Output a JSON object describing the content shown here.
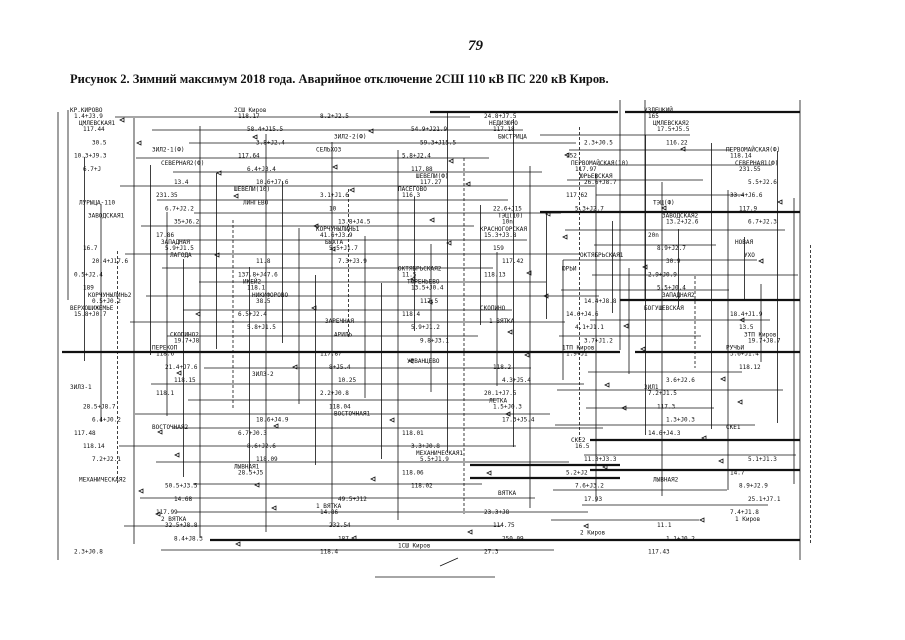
{
  "page": {
    "number": "79",
    "caption": "Рисунок 2. Зимний максимум 2018 года. Аварийное отключение 2СШ 110 кВ ПС 220 кВ Киров."
  },
  "scheme": {
    "nodes": [
      "КР.КИРОВО",
      "УЗЛЕЦКИЙ",
      "НЕДИЗЮРО",
      "ЗИЛ2-2(Ф)",
      "ЗИЛ2-1(Ф)",
      "ПЕРВОМАЙСКАЯ(Ф)",
      "ПЕРВОМАЙСКАЯ(10)",
      "ШЕВЕЛИ(Ф)",
      "ШЕВЕЛИ(10)",
      "ЛУРЫЦА-110",
      "ТЭЦ(Ф)",
      "ТЭЦ(10)",
      "КОРЧУНЫЛИНЬ1",
      "ЗАПАДНАЯ",
      "НОВАЯ",
      "ОКТЯБРЬСКАЯ1",
      "ОКТЯБРЬСКАЯ2",
      "ИКЕЙ2",
      "КОРЧУНЫЛИНЬ2",
      "ЗАПАДНАЯ2",
      "СКОПИНО",
      "ЗАРЕЧНАЯ",
      "СКОПИНО2",
      "ЗТП Киров",
      "1ТП Киров",
      "УРВАНЦЕВО",
      "ЗИЛ3-2",
      "ЗИЛ3-1",
      "ЗИЛ1",
      "ЛЕТКА",
      "ВОСТОЧНАЯ1",
      "ВОСТОЧНАЯ2",
      "СКЕ1",
      "СКЕ2",
      "МЕХАНИЧЕСКАЯ1",
      "ЛЫВНАЯ1",
      "МЕХАНИЧЕСКАЯ2",
      "ЛЫВНАЯ2",
      "ВЯТКА",
      "1 ВЯТКА",
      "2 ВЯТКА",
      "1 Киров",
      "2 Киров",
      "1СШ Киров",
      "2СШ Киров",
      "ЦМЛЕВСКАЯ1",
      "ЦМЛЕВСКАЯ2",
      "БЫСТРИЦА",
      "СЕЛЬХОЗ",
      "СЕВЕРНАЯ2(Ф)",
      "СЕВЕРНАЯ1(Ф)",
      "ЮРЬЕВСКАЯ",
      "ПАСЕГОВО",
      "ЛИНГЕВО",
      "ЗАВОДСКАЯ1",
      "ЗАВОДСКАЯ2",
      "КРАСНОГОРСКАЯ",
      "БЫХТА",
      "ЛАГОДА",
      "УХО",
      "ЮРЬИ",
      "ТЮРЕНЬЕВО",
      "НИКИФОРОВО",
      "ВЕРХОШИЖЕМЬЕ",
      "БОГУШЕВСКАЯ",
      "1 ВЯТКА",
      "АРИЛЬ",
      "ПЕРЕКОП",
      "РУЧЬИ"
    ],
    "readings": [
      "8.2+J2.5",
      "117.18",
      "116.22",
      "6.7+J",
      "10.6+J7.6",
      "116.3",
      "5.3+J2.7",
      "6.7+J2.3",
      "5.9+J1.5",
      "7.3+J3.9",
      "118.13",
      "5.5+J0.4",
      "15.8+J0.7",
      "5.8+J1.5",
      "9.8+J3.1",
      "1.9+J1",
      "118.12",
      "118.1",
      "118.04",
      "17.3+J5.4",
      "14.6+J4.3",
      "7.2+J2.1",
      "28.5+J5",
      "118.02",
      "17.93",
      "7.4+J1.8",
      "8.4+J8.3",
      "118.4",
      "24.8+J7.5",
      "17.5+J5.5",
      "10.3+J9.3",
      "6.4+J3.4",
      "117.27",
      "117.62",
      "117.9",
      "17.86",
      "5.5+J1.7",
      "117.42",
      "2.9+J0.9",
      "0.5+J0.2",
      "6.5+J2.4",
      "5.9+J1.2",
      "3.7+J1.2",
      "3.6+J1.4",
      "118.15",
      "2.2+J0.8",
      "1.5+J0.3",
      "1.3+J0.3",
      "118.14",
      "118.09",
      "118.06",
      "7.6+J3.2",
      "25.1+J7.1",
      "32.5+J8.8",
      "187",
      "27.3",
      "165",
      "30.5",
      "117.64",
      "117.88",
      "26.6+J8.7",
      "33.4+J6.6",
      "35+J6.2",
      "41.6+J3.9",
      "159",
      "30.9",
      "189",
      "38.5",
      "118.4",
      "4.1+J1.1",
      "19.7+J8.7",
      "21.4+J7.6",
      "10.25",
      "20.1+J7.5",
      "117.3",
      "117.48",
      "8.6+J2.6",
      "5.5+J1.9",
      "5.2+J2",
      "8.9+J2.9",
      "117.99",
      "232.54",
      "250.09",
      "117.43",
      "117.44",
      "3.8+J2.4",
      "5.8+J2.4",
      "117.97",
      "5.5+J2.6",
      "6.7+J2.2",
      "13.8+J4.5",
      "15.3+J3.8",
      "8.9+J2.7",
      "0.5+J2.4",
      "118.1",
      "117.5",
      "14.6+J4.6",
      "13.5",
      "118.6",
      "8+J5.4",
      "4.3+J5.4",
      "7.2+J1.5",
      "6.4+J0.2",
      "6.7+J0.3",
      "3.3+J0.8",
      "11.3+J3.3",
      "14.7",
      "14.68",
      "14.86",
      "114.75",
      "1.1+J0.2",
      "1.4+J3.9",
      "58.4+J15.5",
      "59.3+J15.5",
      "152",
      "231.55",
      "231.35",
      "10",
      "10n",
      "20n",
      "20.4+J17.6",
      "137.8+J47.6",
      "13.5+J0.4",
      "14.4+J8.8",
      "18.4+J1.9",
      "19.7+J8",
      "117.87",
      "118.2",
      "3.6+J2.6",
      "28.5+J8.7",
      "18.6+J4.9",
      "118.01",
      "16.5",
      "5.1+J1.3",
      "50.5+J3.5",
      "49.5+J12",
      "23.3+J8",
      "11.1",
      "2.3+J0.8",
      "118.17",
      "54.9+J21.9",
      "2.3+J0.5",
      "118.14",
      "13.4",
      "3.1+J1.6",
      "22.6+J15",
      "13.2+J2.6",
      "16.7",
      "11.8",
      "11.5"
    ]
  }
}
